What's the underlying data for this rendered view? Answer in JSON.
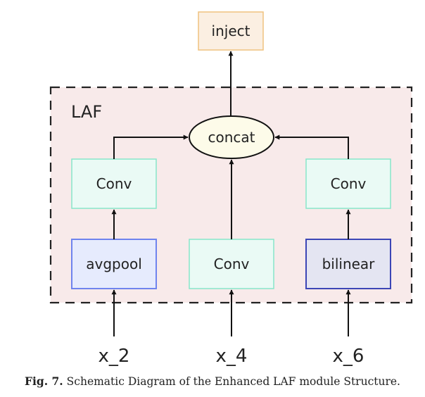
{
  "diagram": {
    "group_label": "LAF",
    "nodes": {
      "inject": "inject",
      "concat": "concat",
      "conv_left": "Conv",
      "conv_mid": "Conv",
      "conv_right": "Conv",
      "avgpool": "avgpool",
      "bilinear": "bilinear"
    },
    "inputs": [
      "x_2",
      "x_4",
      "x_6"
    ],
    "colors": {
      "inject_fill": "#fbefe2",
      "inject_stroke": "#efc27f",
      "group_fill": "#f8eaea",
      "conv_fill": "#eafaf5",
      "conv_stroke": "#88e6c9",
      "avgpool_fill": "#e6ebfd",
      "avgpool_stroke": "#6f84ee",
      "bilinear_fill": "#e4e5f2",
      "bilinear_stroke": "#3c46b6",
      "concat_fill": "#fdfbe9"
    }
  },
  "caption": {
    "label": "Fig. 7.",
    "text": "Schematic Diagram of the Enhanced LAF module Structure."
  }
}
